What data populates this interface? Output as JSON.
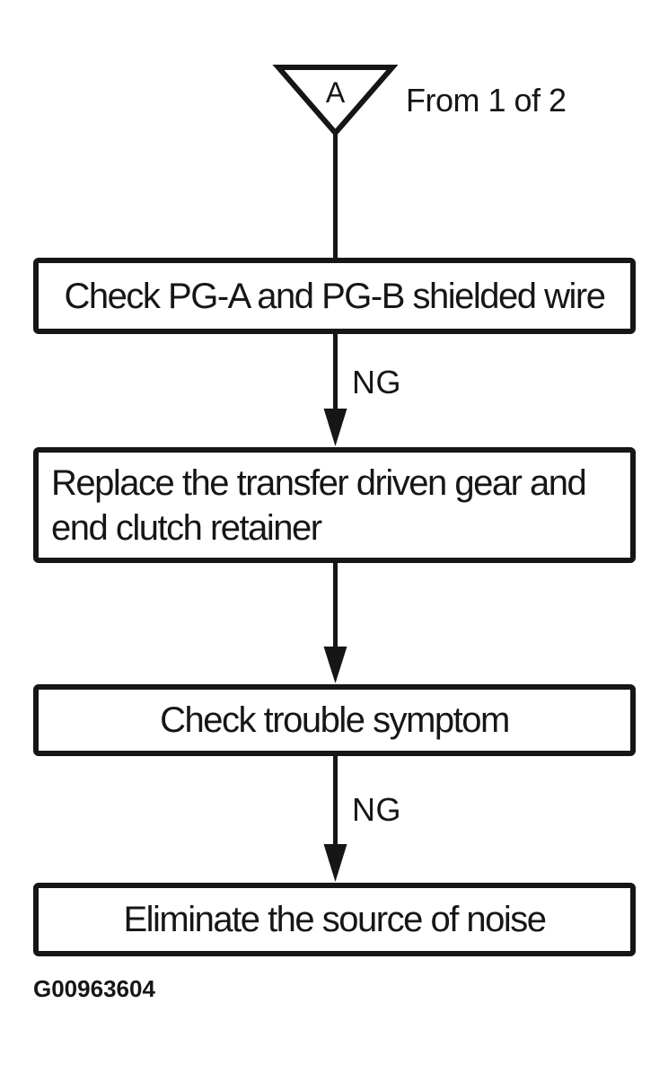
{
  "diagram": {
    "connector": {
      "label": "A",
      "caption": "From 1 of 2"
    },
    "nodes": [
      {
        "label": "Check PG-A and PG-B shielded wire"
      },
      {
        "label": "Replace the transfer driven gear and end clutch retainer"
      },
      {
        "label": "Check trouble symptom"
      },
      {
        "label": "Eliminate the source of noise"
      }
    ],
    "edges": [
      {
        "from": 0,
        "to": 1,
        "label": "NG"
      },
      {
        "from": 1,
        "to": 2
      },
      {
        "from": 2,
        "to": 3,
        "label": "NG"
      }
    ],
    "figure_code": "G00963604",
    "colors": {
      "ink": "#161616",
      "background": "#ffffff"
    }
  }
}
